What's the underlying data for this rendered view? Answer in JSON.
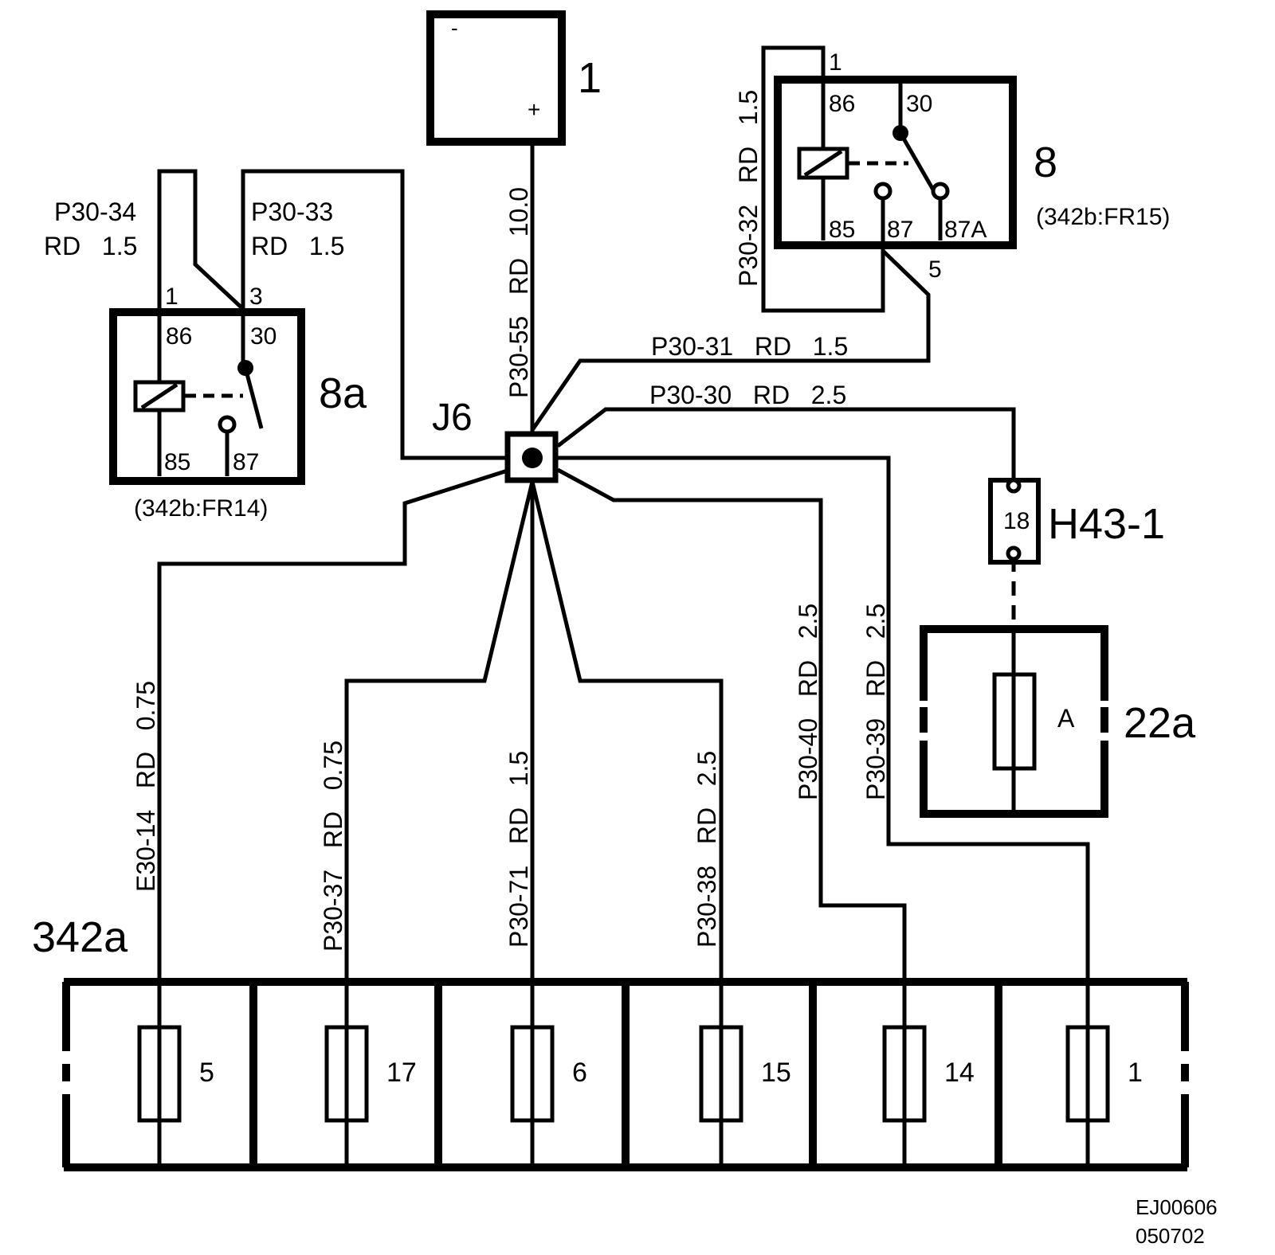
{
  "components": {
    "battery": {
      "label": "1",
      "minus": "-",
      "plus": "+"
    },
    "relay_8a": {
      "label": "8a",
      "ref": "(342b:FR14)",
      "pin86": "86",
      "pin30": "30",
      "pin85": "85",
      "pin87": "87",
      "conn1": "1",
      "conn3": "3"
    },
    "relay_8": {
      "label": "8",
      "ref": "(342b:FR15)",
      "pin86": "86",
      "pin30": "30",
      "pin85": "85",
      "pin87": "87",
      "pin87a": "87A",
      "conn1": "1",
      "conn5": "5"
    },
    "splice": {
      "label": "J6"
    },
    "h43": {
      "label": "H43-1",
      "fuse": "18"
    },
    "unit_22a": {
      "label": "22a",
      "inner": "A"
    },
    "fusebox": {
      "label": "342a",
      "fuses": [
        "5",
        "17",
        "6",
        "15",
        "14",
        "1"
      ]
    }
  },
  "wires": {
    "p30_34": {
      "line1": "P30-34",
      "line2": "RD   1.5"
    },
    "p30_33": {
      "line1": "P30-33",
      "line2": "RD   1.5"
    },
    "p30_55": "P30-55   RD   10.0",
    "p30_32": "P30-32   RD   1.5",
    "p30_31": "P30-31   RD   1.5",
    "p30_30": "P30-30   RD   2.5",
    "e30_14": "E30-14   RD   0.75",
    "p30_37": "P30-37   RD   0.75",
    "p30_71": "P30-71   RD   1.5",
    "p30_38": "P30-38   RD   2.5",
    "p30_40": "P30-40   RD   2.5",
    "p30_39": "P30-39   RD   2.5"
  },
  "footer": {
    "code": "EJ00606",
    "date": "050702"
  }
}
